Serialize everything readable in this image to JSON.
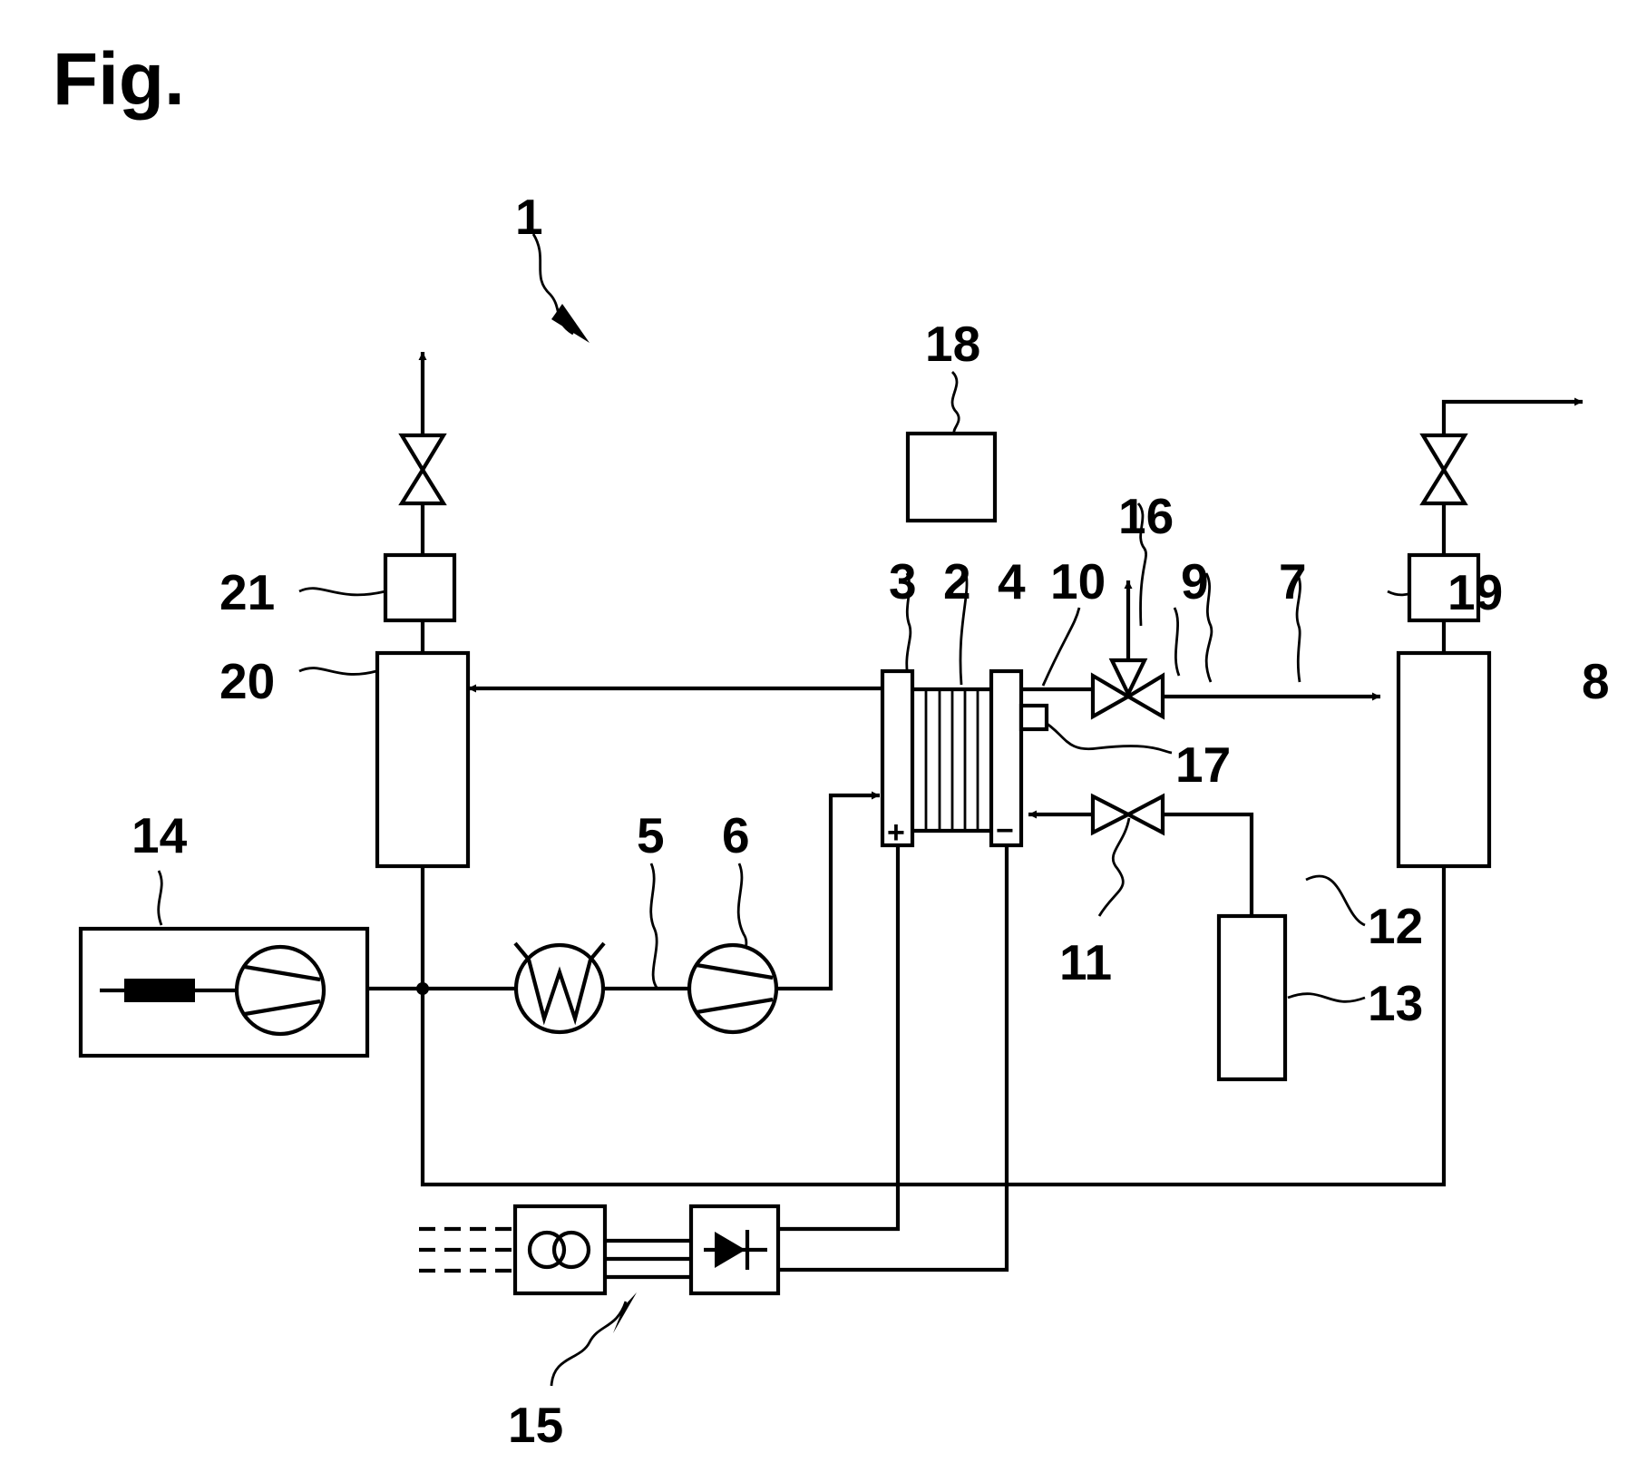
{
  "figure": {
    "title": "Fig."
  },
  "labels": {
    "system": "1",
    "stack": "2",
    "anode": "3",
    "cathode": "4",
    "line_feed": "5",
    "pump_feed": "6",
    "line_cathode_out": "7",
    "separator_right": "8",
    "valve_three_way": "9",
    "cathode_outlet": "10",
    "valve_supply": "11",
    "line_supply": "12",
    "tank": "13",
    "water_treatment": "14",
    "power_supply": "15",
    "vent": "16",
    "sensor": "17",
    "controller": "18",
    "dryer_right": "19",
    "separator_left": "20",
    "dryer_left": "21"
  },
  "polarity": {
    "plus": "+",
    "minus": "−"
  },
  "icons": [
    "heater-icon",
    "pump-icon",
    "valve-icon",
    "transformer-icon",
    "rectifier-diode-icon",
    "motor-icon"
  ]
}
